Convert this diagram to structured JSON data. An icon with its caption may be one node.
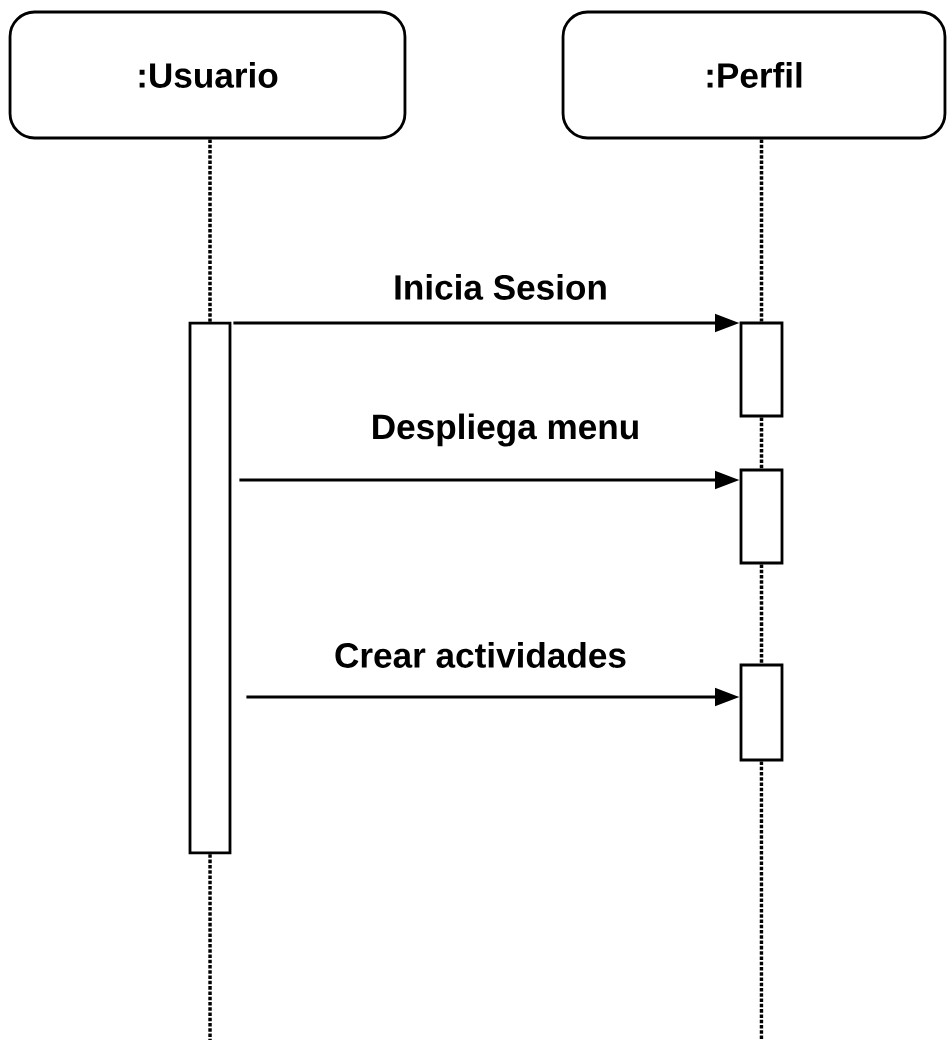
{
  "diagram": {
    "nodes": [
      {
        "text": [
          ":Usuario"
        ]
      },
      {
        "text": [
          ":Perfil"
        ]
      },
      {
        "text": [],
        "shape": "bar"
      },
      {
        "text": [],
        "shape": "bar"
      },
      {
        "text": [],
        "shape": "bar"
      },
      {
        "text": [],
        "shape": "bar"
      }
    ],
    "edges": [
      {
        "from": 0,
        "to": 2,
        "arrow": "none",
        "style": "dashed"
      },
      {
        "from": 2,
        "to": null,
        "arrow": "none",
        "style": "dashed"
      },
      {
        "from": 1,
        "to": 3,
        "arrow": "none",
        "style": "dashed"
      },
      {
        "from": 3,
        "to": 4,
        "arrow": "none",
        "style": "dashed"
      },
      {
        "from": 4,
        "to": 5,
        "arrow": "none",
        "style": "dashed"
      },
      {
        "from": 5,
        "to": null,
        "arrow": "none",
        "style": "dashed"
      },
      {
        "from": 2,
        "to": 3,
        "arrow": "to",
        "label": "Inicia Sesion"
      },
      {
        "from": 2,
        "to": 4,
        "arrow": "to",
        "label": "Despliega menu"
      },
      {
        "from": 2,
        "to": 5,
        "arrow": "to",
        "label": "Crear actividades"
      }
    ]
  }
}
